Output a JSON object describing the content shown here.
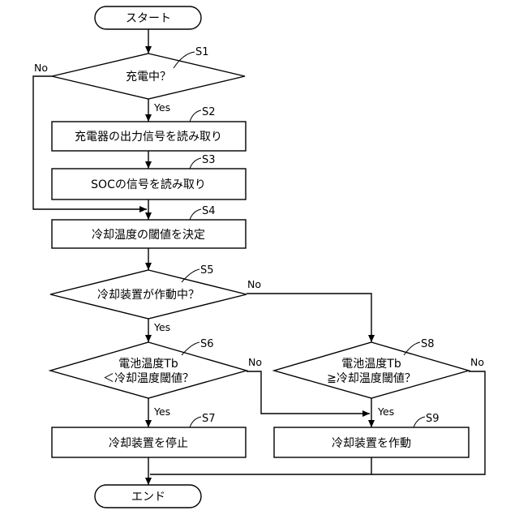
{
  "flowchart": {
    "start": "スタート",
    "end": "エンド",
    "s1": {
      "label": "S1",
      "text": "充電中？"
    },
    "s2": {
      "label": "S2",
      "text": "充電器の出力信号を読み取り"
    },
    "s3": {
      "label": "S3",
      "text": "SOCの信号を読み取り"
    },
    "s4": {
      "label": "S4",
      "text": "冷却温度の閾値を決定"
    },
    "s5": {
      "label": "S5",
      "text": "冷却装置が作動中？"
    },
    "s6": {
      "label": "S6",
      "line1": "電池温度Tb",
      "line2": "＜冷却温度閾値？"
    },
    "s7": {
      "label": "S7",
      "text": "冷却装置を停止"
    },
    "s8": {
      "label": "S8",
      "line1": "電池温度Tb",
      "line2": "≧冷却温度閾値？"
    },
    "s9": {
      "label": "S9",
      "text": "冷却装置を作動"
    },
    "yes": "Yes",
    "no": "No"
  }
}
